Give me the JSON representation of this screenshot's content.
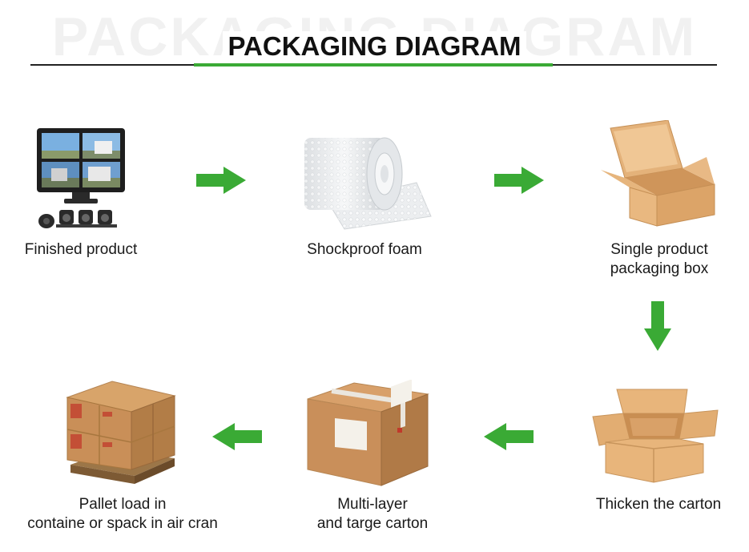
{
  "header": {
    "watermark": "PACKAGING DIAGRAM",
    "title": "PACKAGING DIAGRAM"
  },
  "steps": [
    {
      "lines": [
        "Finished product"
      ],
      "icon": "monitor-with-cameras"
    },
    {
      "lines": [
        "Shockproof foam"
      ],
      "icon": "bubble-wrap-roll"
    },
    {
      "lines": [
        "Single product",
        "packaging box"
      ],
      "icon": "open-mailer-box"
    },
    {
      "lines": [
        "Thicken the carton"
      ],
      "icon": "open-carton"
    },
    {
      "lines": [
        "Multi-layer",
        "and targe carton"
      ],
      "icon": "sealed-carton"
    },
    {
      "lines": [
        "Pallet load in",
        "containe or spack in air cran"
      ],
      "icon": "pallet-of-boxes"
    }
  ],
  "colors": {
    "accent": "#3aaa35",
    "rule": "#222222",
    "cardboard": "#d9a46b"
  }
}
